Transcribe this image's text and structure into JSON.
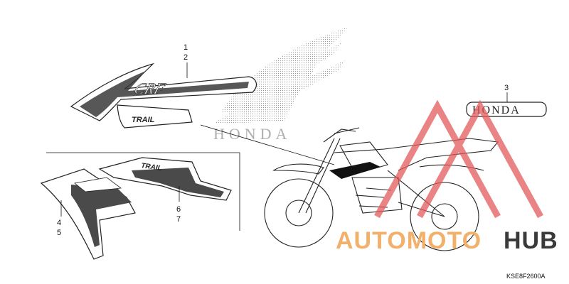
{
  "diagram": {
    "callouts": {
      "c1": "1",
      "c2": "2",
      "c3": "3",
      "c4": "4",
      "c5": "5",
      "c6": "6",
      "c7": "7"
    },
    "emblem_text": "HONDA",
    "background_brand_text": "HONDA",
    "shroud_text": "CRF",
    "small_decal_text": "TRAIL",
    "diagram_code": "KSE8F2600A"
  },
  "watermark": {
    "part1": "AUTOMOTO",
    "part2": "HUB",
    "color_main": "#f2b06a",
    "color_accent": "#3a3a3a",
    "triangle_color": "#e35a5a"
  }
}
